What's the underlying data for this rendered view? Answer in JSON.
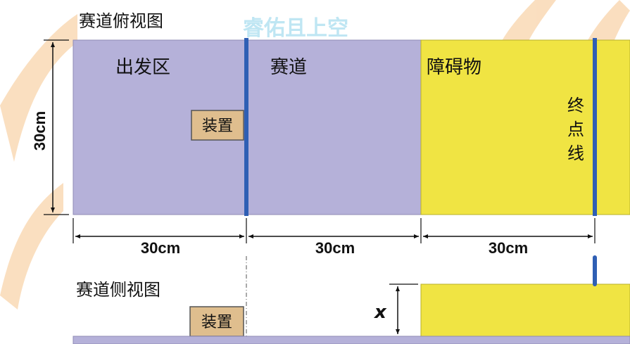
{
  "top_view": {
    "title": "赛道俯视图",
    "zones": [
      {
        "label": "出发区",
        "color": "#b5b1d9"
      },
      {
        "label": "赛道",
        "color": "#b5b1d9"
      },
      {
        "label": "障碍物",
        "color": "#f0e443"
      }
    ],
    "device_label": "装置",
    "finish_line_label": [
      "终",
      "点",
      "线"
    ],
    "height_label": "30cm",
    "widths": [
      "30cm",
      "30cm",
      "30cm"
    ]
  },
  "side_view": {
    "title": "赛道侧视图",
    "device_label": "装置",
    "height_symbol": "x"
  },
  "watermark": "睿佑且上空",
  "colors": {
    "purple": "#b5b1d9",
    "yellow": "#f0e443",
    "blue_line": "#2f5fb4",
    "device_fill": "#dfbe8e",
    "watermark_orange": "#f6c48c",
    "watermark_blue": "#bfe6f3"
  }
}
